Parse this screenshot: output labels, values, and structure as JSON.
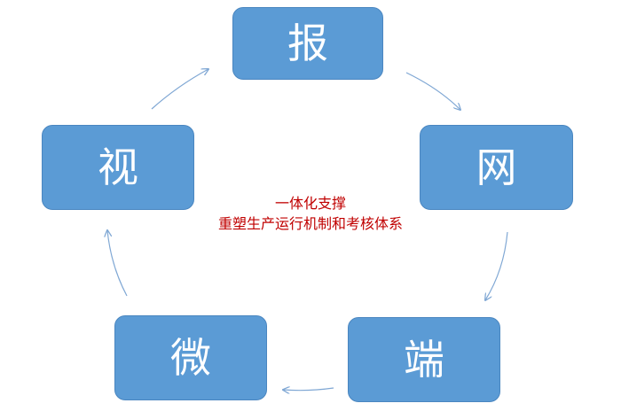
{
  "diagram": {
    "nodes": [
      {
        "id": "bao",
        "label": "报"
      },
      {
        "id": "wang",
        "label": "网"
      },
      {
        "id": "duan",
        "label": "端"
      },
      {
        "id": "wei",
        "label": "微"
      },
      {
        "id": "shi",
        "label": "视"
      }
    ],
    "center_text": {
      "line1": "一体化支撑",
      "line2": "重塑生产运行机制和考核体系"
    },
    "colors": {
      "node_fill": "#5b9bd5",
      "node_text": "#ffffff",
      "center_text": "#c00000",
      "arrow": "#7fa7d4"
    }
  }
}
